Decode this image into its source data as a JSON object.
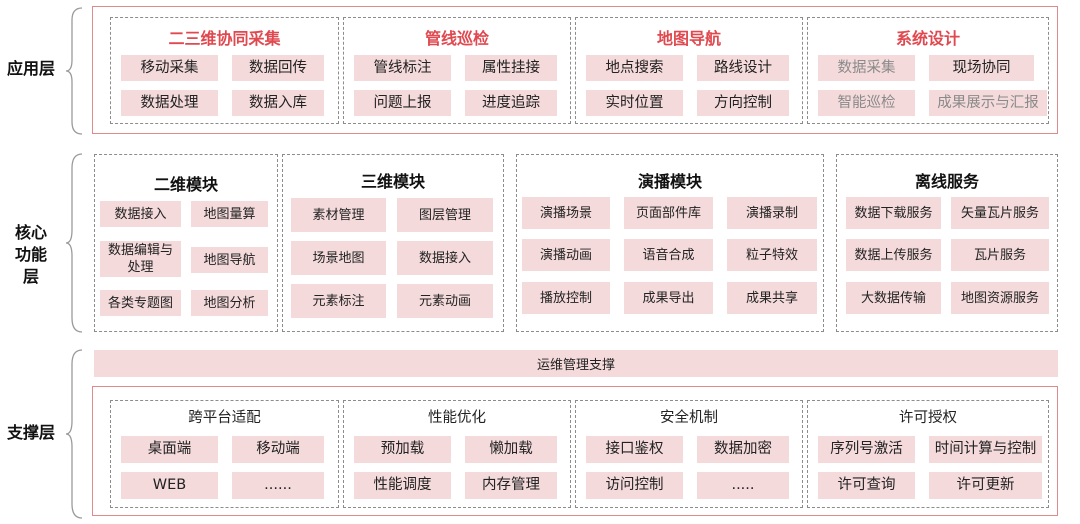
{
  "layers": {
    "app": "应用层",
    "core": "核心功能层",
    "support": "支撑层"
  },
  "app_groups": [
    {
      "title": "二三维协同采集",
      "items": [
        "移动采集",
        "数据回传",
        "数据处理",
        "数据入库"
      ]
    },
    {
      "title": "管线巡检",
      "items": [
        "管线标注",
        "属性挂接",
        "问题上报",
        "进度追踪"
      ]
    },
    {
      "title": "地图导航",
      "items": [
        "地点搜索",
        "路线设计",
        "实时位置",
        "方向控制"
      ]
    },
    {
      "title": "系统设计",
      "items": [
        "数据采集",
        "现场协同",
        "智能巡检",
        "成果展示与汇报"
      ]
    }
  ],
  "core_groups": [
    {
      "title": "二维模块",
      "items": [
        "数据接入",
        "地图量算",
        "数据编辑与处理",
        "地图导航",
        "各类专题图",
        "地图分析"
      ]
    },
    {
      "title": "三维模块",
      "items": [
        "素材管理",
        "图层管理",
        "场景地图",
        "数据接入",
        "元素标注",
        "元素动画"
      ]
    },
    {
      "title": "演播模块",
      "items": [
        "演播场景",
        "页面部件库",
        "演播录制",
        "演播动画",
        "语音合成",
        "粒子特效",
        "播放控制",
        "成果导出",
        "成果共享"
      ]
    },
    {
      "title": "离线服务",
      "items": [
        "数据下载服务",
        "矢量瓦片服务",
        "数据上传服务",
        "瓦片服务",
        "大数据传输",
        "地图资源服务"
      ]
    }
  ],
  "ops_bar": "运维管理支撑",
  "support_groups": [
    {
      "title": "跨平台适配",
      "items": [
        "桌面端",
        "移动端",
        "WEB",
        "......"
      ]
    },
    {
      "title": "性能优化",
      "items": [
        "预加载",
        "懒加载",
        "性能调度",
        "内存管理"
      ]
    },
    {
      "title": "安全机制",
      "items": [
        "接口鉴权",
        "数据加密",
        "访问控制",
        "....."
      ]
    },
    {
      "title": "许可授权",
      "items": [
        "序列号激活",
        "时间计算与控制",
        "许可查询",
        "许可更新"
      ]
    }
  ],
  "colors": {
    "accent_red": "#e0494f",
    "cell_pink": "#f4dadb",
    "outer_border": "#e08a8e",
    "dashed_border": "#8c8c8c"
  }
}
